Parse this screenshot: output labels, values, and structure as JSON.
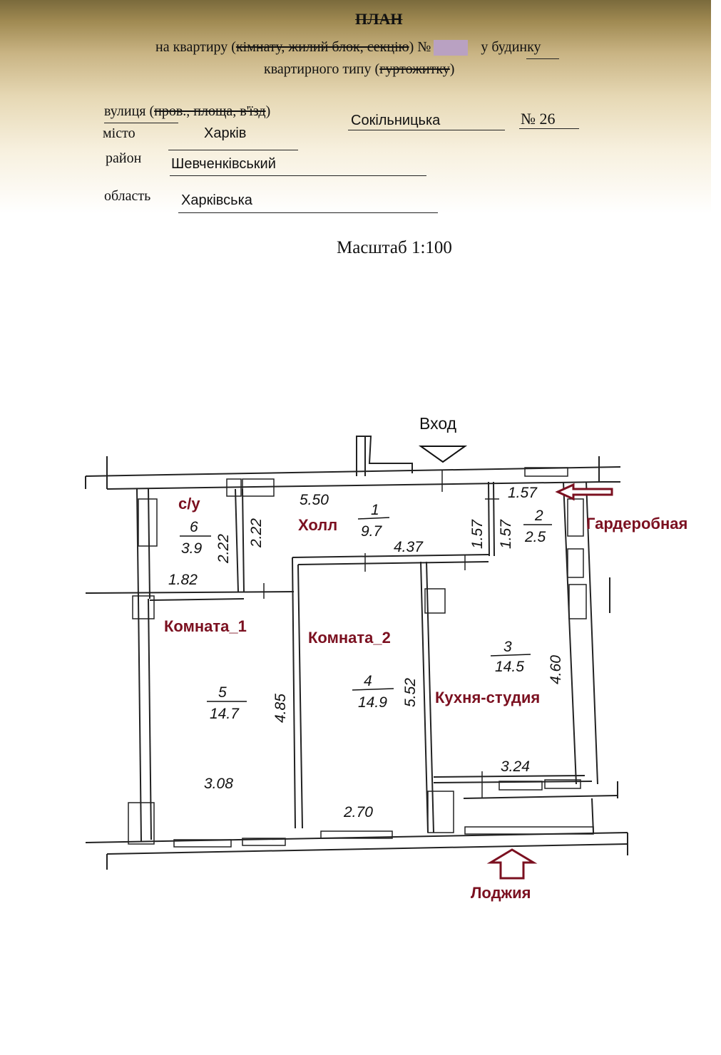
{
  "header": {
    "title": "ПЛАН",
    "line1_prefix": "на квартиру (",
    "line1_struck": "кімнату, жилий блок, секцію",
    "line1_suffix": ") №",
    "line1_after": "у будинку",
    "line2_prefix": "квартирного типу (",
    "line2_struck": "гуртожитку",
    "line2_suffix": ")"
  },
  "address": {
    "street_label_a": "вулиця",
    "street_label_b": "(",
    "street_label_struck": "пров., площа, в'їзд",
    "street_label_c": ")",
    "street_value": "Сокільницька",
    "number_label": "№ 26",
    "city_label": "місто",
    "city_value": "Харків",
    "district_label": "район",
    "district_value": "Шевченківський",
    "region_label": "область",
    "region_value": "Харківська"
  },
  "scale": "Масштаб 1:100",
  "plan": {
    "entrance": "Вход",
    "loggia": "Лоджия",
    "wardrobe_label": "Гардеробная",
    "colors": {
      "label": "#7b1020",
      "wall": "#222222",
      "header": "#a08a52"
    },
    "rooms": [
      {
        "id": "1",
        "name": "Холл",
        "area": "9.7",
        "dims": [
          "5.50",
          "4.37",
          "2.22",
          "1.57"
        ]
      },
      {
        "id": "2",
        "name": "Гардеробная",
        "area": "2.5",
        "dims": [
          "1.57",
          "1.57"
        ]
      },
      {
        "id": "3",
        "name": "Кухня-студия",
        "area": "14.5",
        "dims": [
          "4.60",
          "3.24"
        ]
      },
      {
        "id": "4",
        "name": "Комната_2",
        "area": "14.9",
        "dims": [
          "5.52",
          "2.70"
        ]
      },
      {
        "id": "5",
        "name": "Комната_1",
        "area": "14.7",
        "dims": [
          "4.85",
          "3.08"
        ]
      },
      {
        "id": "6",
        "name": "с/у",
        "area": "3.9",
        "dims": [
          "2.22",
          "1.82"
        ]
      }
    ]
  }
}
